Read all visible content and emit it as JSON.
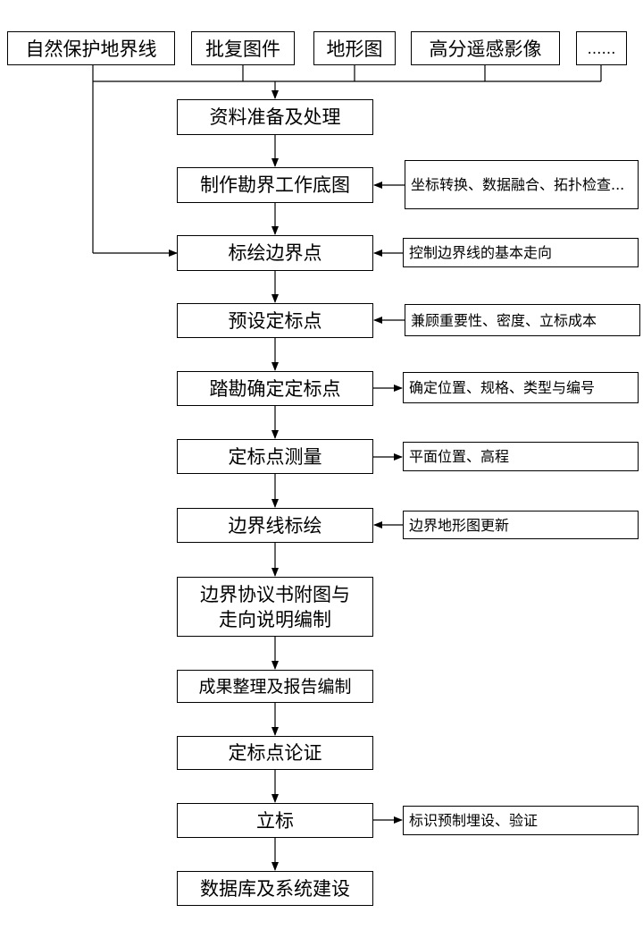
{
  "sources": [
    {
      "label": "自然保护地界线"
    },
    {
      "label": "批复图件"
    },
    {
      "label": "地形图"
    },
    {
      "label": "高分遥感影像"
    },
    {
      "label": "……"
    }
  ],
  "steps": [
    {
      "label": "资料准备及处理"
    },
    {
      "label": "制作勘界工作底图"
    },
    {
      "label": "标绘边界点"
    },
    {
      "label": "预设定标点"
    },
    {
      "label": "踏勘确定定标点"
    },
    {
      "label": "定标点测量"
    },
    {
      "label": "边界线标绘"
    },
    {
      "label": "边界协议书附图与\n走向说明编制"
    },
    {
      "label": "成果整理及报告编制"
    },
    {
      "label": "定标点论证"
    },
    {
      "label": "立标"
    },
    {
      "label": "数据库及系统建设"
    }
  ],
  "notes": [
    {
      "label": "坐标转换、数据融合、拓扑检查..."
    },
    {
      "label": "控制边界线的基本走向"
    },
    {
      "label": "兼顾重要性、密度、立标成本"
    },
    {
      "label": "确定位置、规格、类型与编号"
    },
    {
      "label": "平面位置、高程"
    },
    {
      "label": "边界地形图更新"
    },
    {
      "label": "标识预制埋设、验证"
    }
  ]
}
